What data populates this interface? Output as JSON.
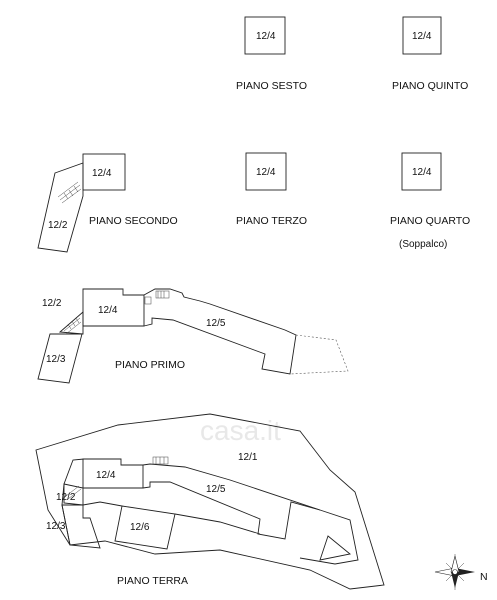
{
  "floors": {
    "sesto": {
      "title": "PIANO SESTO",
      "unit": "12/4"
    },
    "quinto": {
      "title": "PIANO QUINTO",
      "unit": "12/4"
    },
    "secondo": {
      "title": "PIANO SECONDO",
      "unit_a": "12/4",
      "unit_b": "12/2"
    },
    "terzo": {
      "title": "PIANO TERZO",
      "unit": "12/4"
    },
    "quarto": {
      "title": "PIANO QUARTO",
      "note": "(Soppalco)",
      "unit": "12/4"
    },
    "primo": {
      "title": "PIANO PRIMO",
      "units": [
        "12/2",
        "12/4",
        "12/5",
        "12/3"
      ]
    },
    "terra": {
      "title": "PIANO TERRA",
      "units": [
        "12/1",
        "12/4",
        "12/5",
        "12/2",
        "12/3",
        "12/6"
      ]
    }
  },
  "compass": {
    "north_label": "N"
  },
  "watermark": {
    "text": "casa.it"
  }
}
